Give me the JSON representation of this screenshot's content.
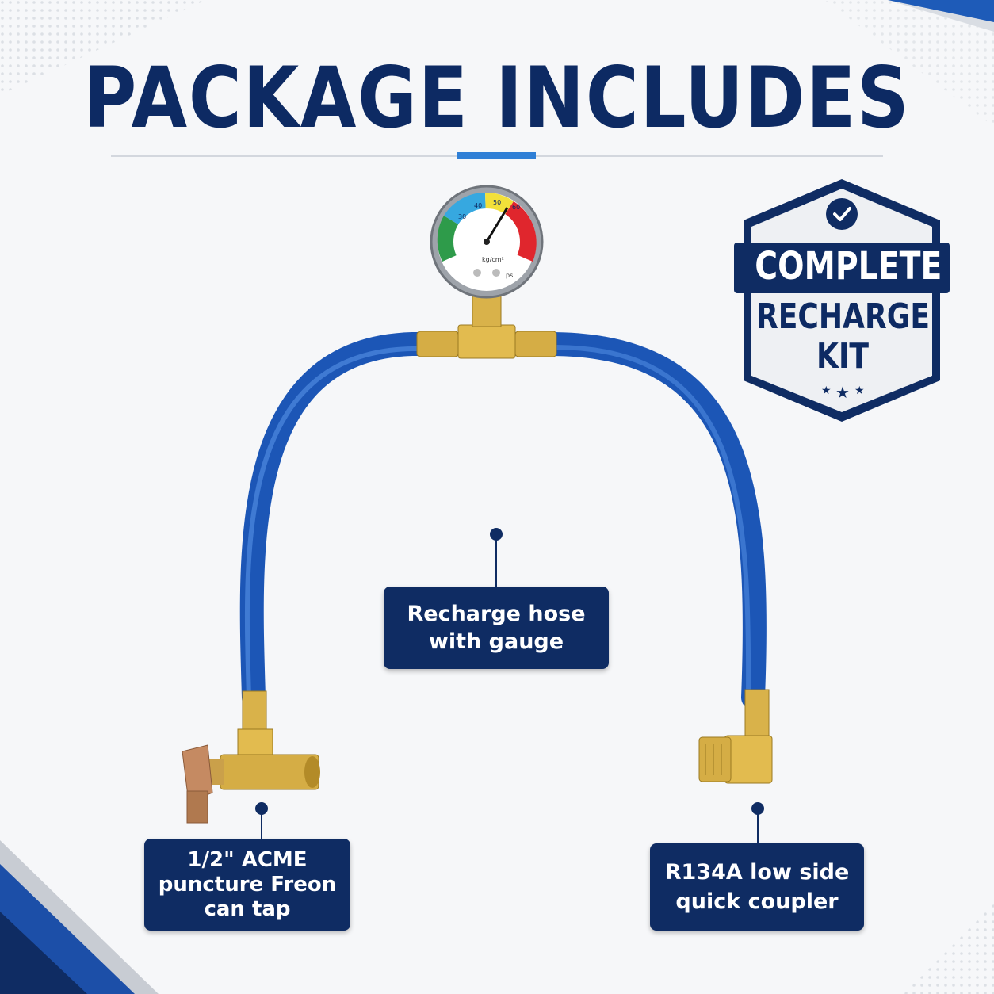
{
  "header": {
    "title": "PACKAGE INCLUDES"
  },
  "badge": {
    "line1": "COMPLETE",
    "line2": "RECHARGE",
    "line3": "KIT",
    "icon": "check-circle-icon"
  },
  "gauge": {
    "unit_kgcm": "kg/cm²",
    "unit_psi": "psi",
    "scale_labels": [
      "30",
      "40",
      "50",
      "60"
    ]
  },
  "components": [
    {
      "id": "hose",
      "label": "Recharge hose\nwith gauge"
    },
    {
      "id": "tap",
      "label": "1/2\" ACME\npuncture Freon\ncan tap"
    },
    {
      "id": "coupler",
      "label": "R134A low side\nquick coupler"
    }
  ],
  "colors": {
    "navy": "#0f2c63",
    "accent": "#2f7fd6",
    "hose": "#2a67c8",
    "brass": "#c9a23a"
  }
}
